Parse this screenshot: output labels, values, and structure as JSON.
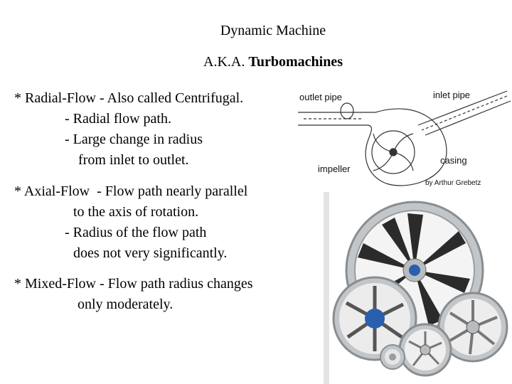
{
  "header": {
    "title": "Dynamic Machine",
    "aka_prefix": "A.K.A. ",
    "aka_term": "Turbomachines"
  },
  "body": {
    "lines": [
      "* Radial-Flow - Also called Centrifugal.",
      "- Radial flow path.",
      "- Large change in radius",
      "from inlet to outlet.",
      "* Axial-Flow  - Flow path nearly parallel",
      "to the axis of rotation.",
      "- Radius of the flow path",
      "does not very significantly.",
      "* Mixed-Flow - Flow path radius changes",
      "only moderately."
    ]
  },
  "diagram": {
    "labels": {
      "outlet_pipe": "outlet pipe",
      "inlet_pipe": "inlet pipe",
      "impeller": "impeller",
      "casing": "casing",
      "credit": "by Arthur Grebetz"
    }
  },
  "photo": {
    "icon": "axial-fans-photo",
    "colors": {
      "hub_blue": "#2a5fb0",
      "frame_grey": "#b9bcbf",
      "blade_dark": "#2b2b2b"
    }
  }
}
